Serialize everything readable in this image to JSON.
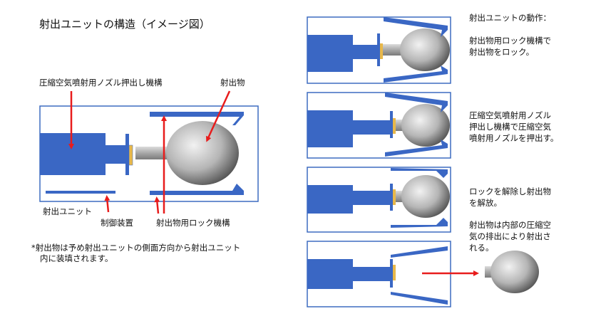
{
  "title": "射出ユニットの構造（イメージ図）",
  "labels": {
    "nozzle_push_mechanism": "圧縮空気噴射用ノズル押出し機構",
    "projectile": "射出物",
    "injection_unit": "射出ユニット",
    "control_device": "制御装置",
    "lock_mechanism": "射出物用ロック機構"
  },
  "footnote": {
    "line1": "*射出物は予め射出ユニットの側面方向から射出ユニット",
    "line2": "内に装填されます。"
  },
  "operation": {
    "heading": "射出ユニットの動作：",
    "steps": [
      {
        "lines": [
          "射出物用ロック機構で",
          "射出物をロック。"
        ]
      },
      {
        "lines": [
          "圧縮空気噴射用ノズル",
          "押出し機構で圧縮空気",
          "噴射用ノズルを押出す。"
        ]
      },
      {
        "lines": [
          "ロックを解除し射出物",
          "を解放。"
        ]
      },
      {
        "lines": [
          "射出物は内部の圧縮空",
          "気の排出により射出さ",
          "れる。"
        ]
      }
    ]
  },
  "colors": {
    "frame": "#3d6cc0",
    "block": "#3a67c4",
    "pad": "#e8b84a",
    "arrow": "#e81c1c",
    "nozzle": "#b9b9b9"
  }
}
